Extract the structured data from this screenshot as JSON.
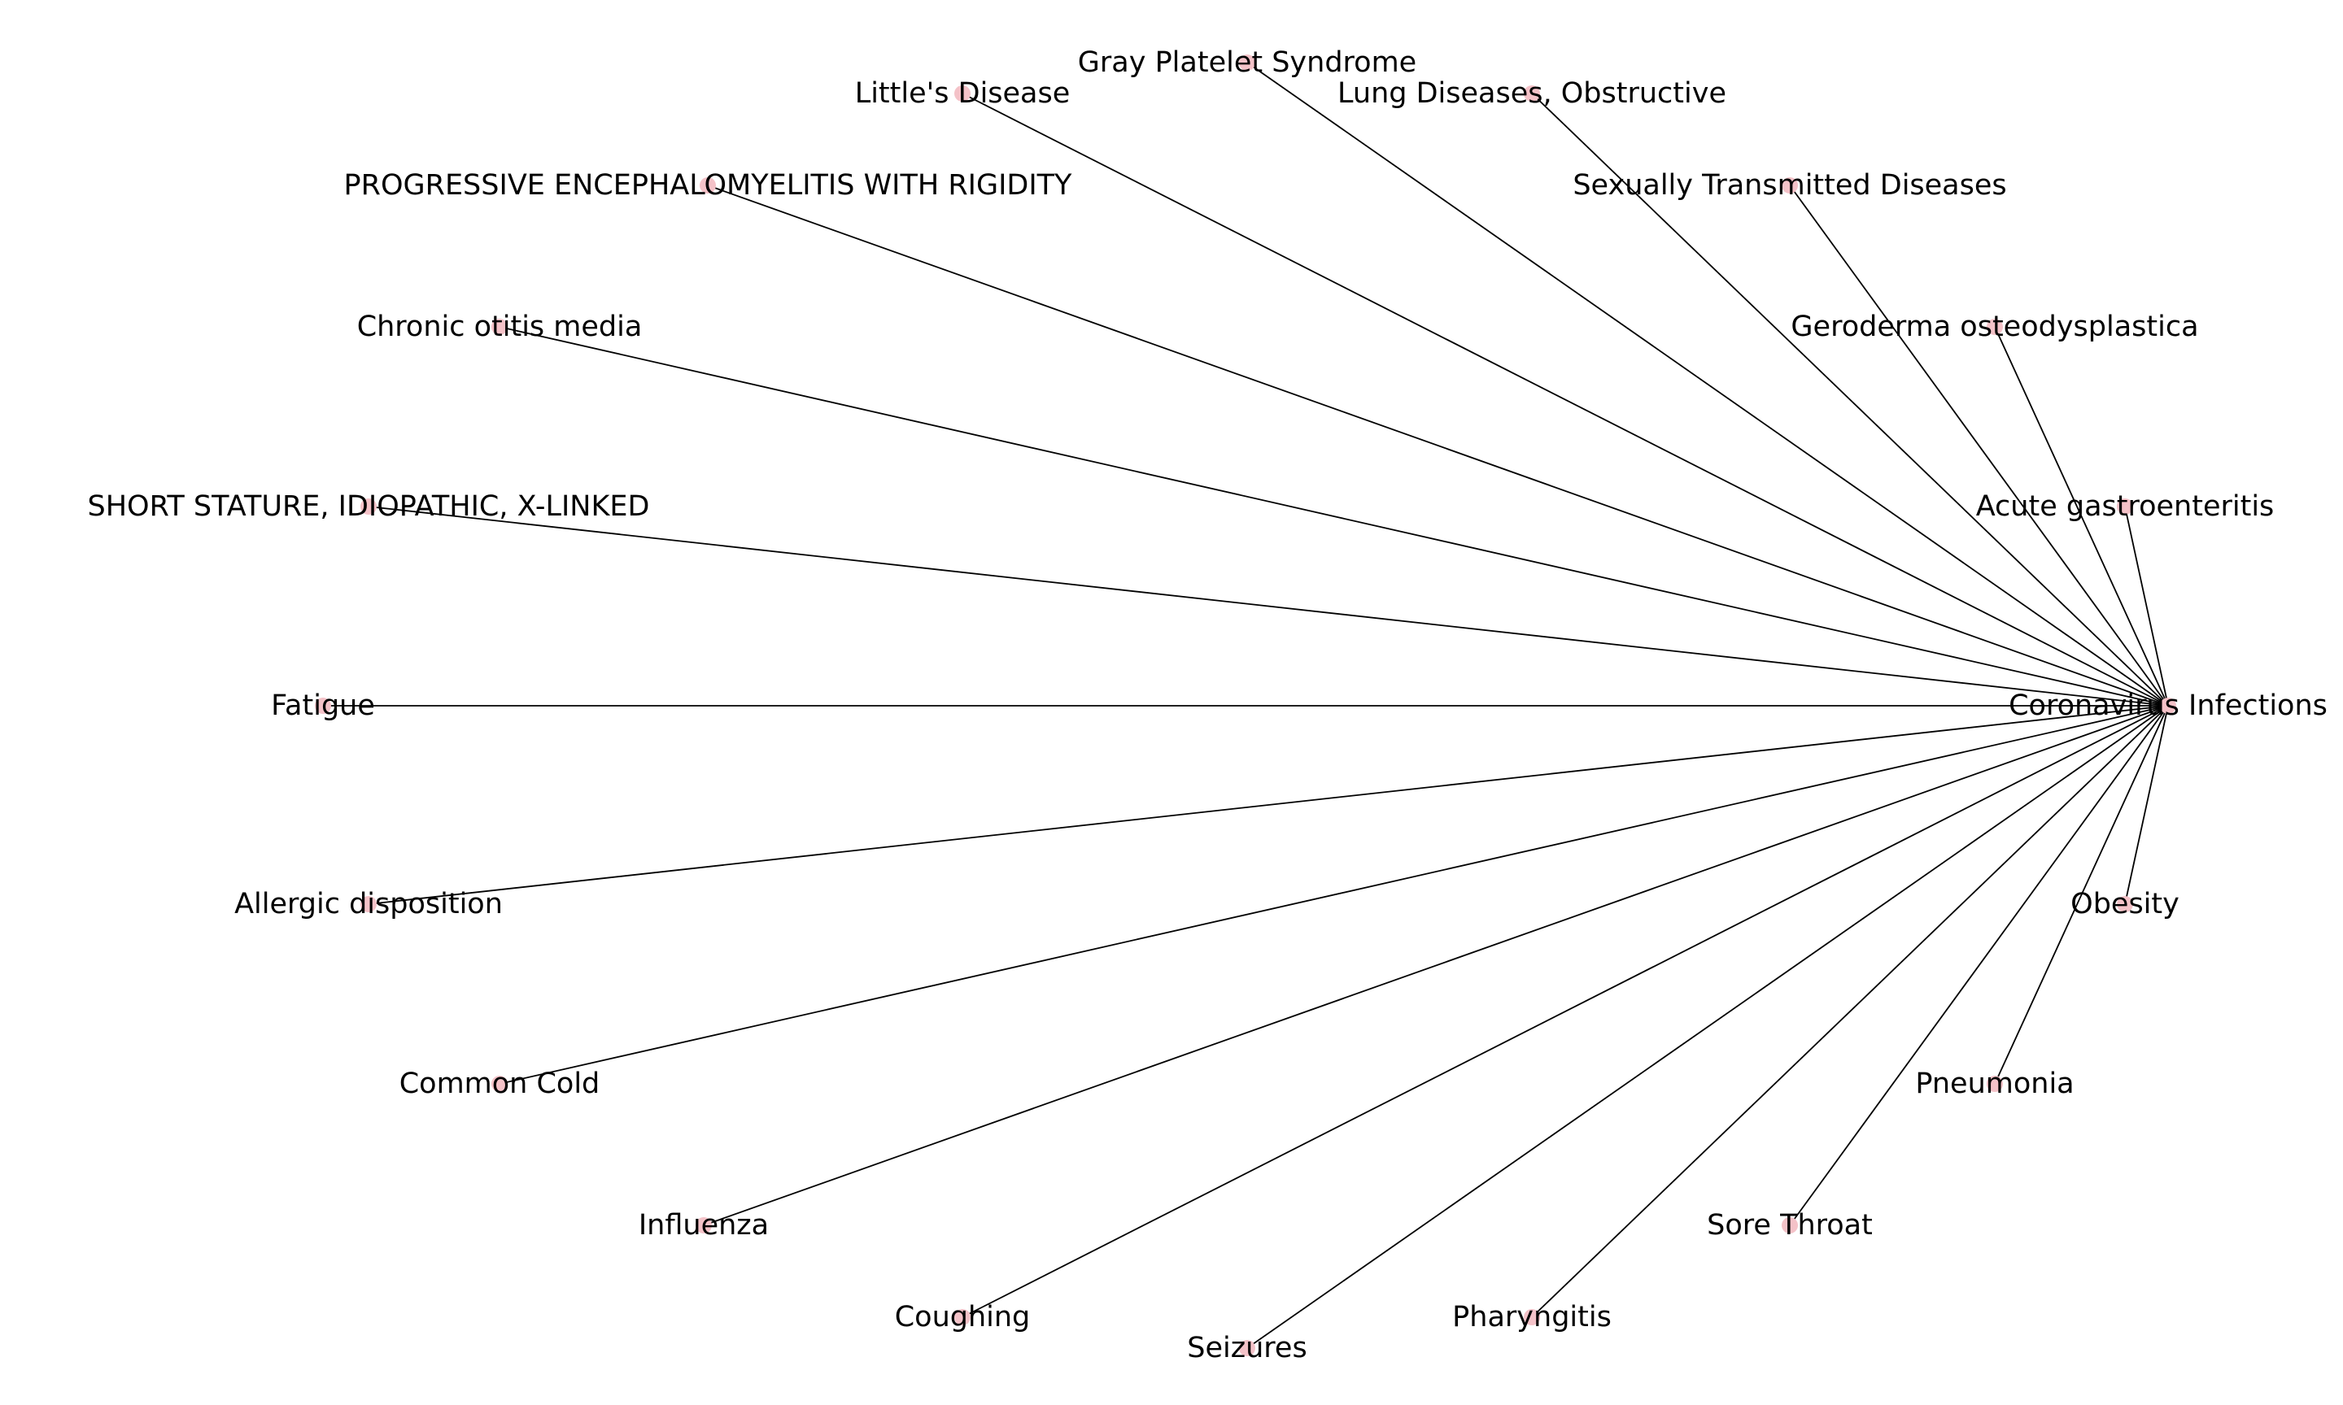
{
  "graph": {
    "center": {
      "id": "center",
      "label": "Coronavirus Infections"
    },
    "nodes": [
      {
        "id": "n01",
        "label": "Gray Platelet Syndrome"
      },
      {
        "id": "n02",
        "label": "Little's Disease"
      },
      {
        "id": "n03",
        "label": "Lung Diseases, Obstructive"
      },
      {
        "id": "n04",
        "label": "PROGRESSIVE ENCEPHALOMYELITIS WITH RIGIDITY"
      },
      {
        "id": "n05",
        "label": "Sexually Transmitted Diseases"
      },
      {
        "id": "n06",
        "label": "Chronic otitis media"
      },
      {
        "id": "n07",
        "label": "Geroderma osteodysplastica"
      },
      {
        "id": "n08",
        "label": "SHORT STATURE, IDIOPATHIC, X-LINKED"
      },
      {
        "id": "n09",
        "label": "Acute gastroenteritis"
      },
      {
        "id": "n10",
        "label": "Fatigue"
      },
      {
        "id": "n11",
        "label": "Allergic disposition"
      },
      {
        "id": "n12",
        "label": "Obesity"
      },
      {
        "id": "n13",
        "label": "Common Cold"
      },
      {
        "id": "n14",
        "label": "Pneumonia"
      },
      {
        "id": "n15",
        "label": "Influenza"
      },
      {
        "id": "n16",
        "label": "Sore Throat"
      },
      {
        "id": "n17",
        "label": "Coughing"
      },
      {
        "id": "n18",
        "label": "Pharyngitis"
      },
      {
        "id": "n19",
        "label": "Seizures"
      }
    ],
    "edges": [
      [
        "center",
        "n01"
      ],
      [
        "center",
        "n02"
      ],
      [
        "center",
        "n03"
      ],
      [
        "center",
        "n04"
      ],
      [
        "center",
        "n05"
      ],
      [
        "center",
        "n06"
      ],
      [
        "center",
        "n07"
      ],
      [
        "center",
        "n08"
      ],
      [
        "center",
        "n09"
      ],
      [
        "center",
        "n10"
      ],
      [
        "center",
        "n11"
      ],
      [
        "center",
        "n12"
      ],
      [
        "center",
        "n13"
      ],
      [
        "center",
        "n14"
      ],
      [
        "center",
        "n15"
      ],
      [
        "center",
        "n16"
      ],
      [
        "center",
        "n17"
      ],
      [
        "center",
        "n18"
      ],
      [
        "center",
        "n19"
      ]
    ],
    "colors": {
      "node": "#f4c2c8",
      "edge": "#000000",
      "text": "#000000"
    }
  }
}
